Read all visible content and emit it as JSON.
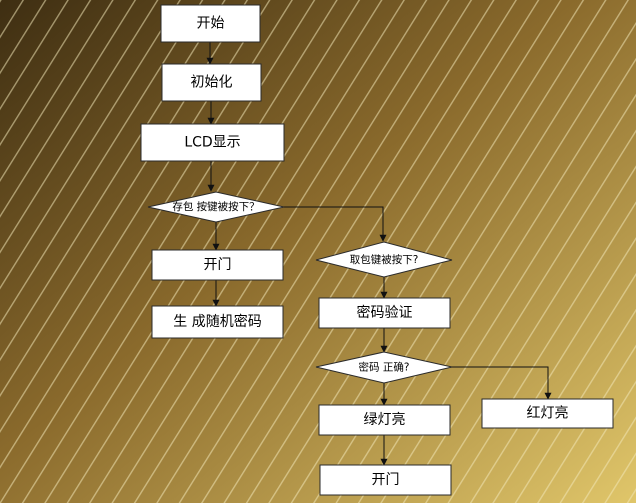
{
  "colors": {
    "background_dark": "#3e2e12",
    "background_mid": "#8a6a2c",
    "background_light": "#e0c66a",
    "stripe": "#f2e6b8",
    "node_fill": "#ffffff",
    "node_stroke": "#2a2a2a",
    "arrow": "#111111"
  },
  "nodes": {
    "start": {
      "label": "开始"
    },
    "init": {
      "label": "初始化"
    },
    "lcd": {
      "label": "LCD显示"
    },
    "store_q": {
      "label": "存包 按键被按下？"
    },
    "open_door_1": {
      "label": "开门"
    },
    "gen_password": {
      "label": "生 成随机密码"
    },
    "take_q": {
      "label": "取包键被按下?"
    },
    "verify": {
      "label": "密码验证"
    },
    "correct_q": {
      "label": "密码 正确?"
    },
    "green": {
      "label": "绿灯亮"
    },
    "red": {
      "label": "红灯亮"
    },
    "open_door_2": {
      "label": "开门"
    }
  }
}
